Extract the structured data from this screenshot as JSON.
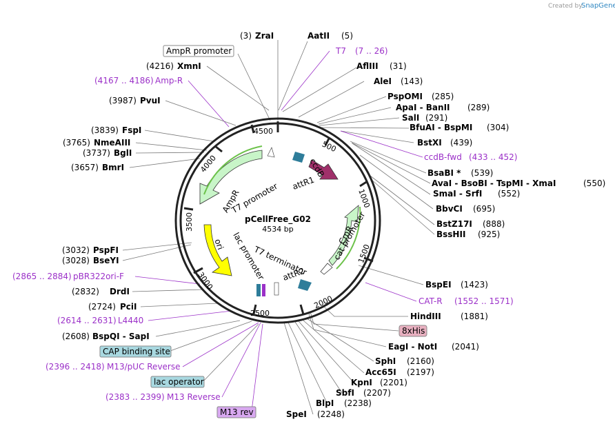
{
  "credit": {
    "prefix": "Created by",
    "brand": "SnapGene"
  },
  "plasmid": {
    "name": "pCellFree_G02",
    "size": "4534 bp"
  },
  "ticks": [
    "500",
    "1000",
    "1500",
    "2000",
    "2500",
    "3000",
    "3500",
    "4000",
    "4500"
  ],
  "features": [
    {
      "label": "ccdB"
    },
    {
      "label": "attR1"
    },
    {
      "label": "T7 promoter"
    },
    {
      "label": "AmpR"
    },
    {
      "label": "ori"
    },
    {
      "label": "lac promoter"
    },
    {
      "label": "T7 terminator"
    },
    {
      "label": "attR2"
    },
    {
      "label": "cat promoter"
    },
    {
      "label": "CmR"
    }
  ],
  "right_enzymes": [
    {
      "name": "ZraI",
      "pos": "(3)"
    },
    {
      "name": "AatII",
      "pos": "(5)"
    },
    {
      "name": "T7",
      "pos": "(7 .. 26)"
    },
    {
      "name": "AflIII",
      "pos": "(31)"
    },
    {
      "name": "AleI",
      "pos": "(143)"
    },
    {
      "name": "PspOMI",
      "pos": "(285)"
    },
    {
      "name": "ApaI - BanII",
      "pos": "(289)"
    },
    {
      "name": "SalI",
      "pos": "(291)"
    },
    {
      "name": "BfuAI - BspMI",
      "pos": "(304)"
    },
    {
      "name": "BstXI",
      "pos": "(439)"
    },
    {
      "name": "ccdB-fwd",
      "pos": "(433 .. 452)"
    },
    {
      "name": "BsaBI *",
      "pos": "(539)"
    },
    {
      "name": "AvaI - BsoBI - TspMI - XmaI",
      "pos": "(550)"
    },
    {
      "name": "SmaI - SrfI",
      "pos": "(552)"
    },
    {
      "name": "BbvCI",
      "pos": "(695)"
    },
    {
      "name": "BstZ17I",
      "pos": "(888)"
    },
    {
      "name": "BssHII",
      "pos": "(925)"
    },
    {
      "name": "BspEI",
      "pos": "(1423)"
    },
    {
      "name": "CAT-R",
      "pos": "(1552 .. 1571)"
    },
    {
      "name": "HindIII",
      "pos": "(1881)"
    },
    {
      "name": "8xHis",
      "pos": ""
    },
    {
      "name": "EagI - NotI",
      "pos": "(2041)"
    },
    {
      "name": "SphI",
      "pos": "(2160)"
    },
    {
      "name": "Acc65I",
      "pos": "(2197)"
    },
    {
      "name": "KpnI",
      "pos": "(2201)"
    },
    {
      "name": "SbfI",
      "pos": "(2207)"
    },
    {
      "name": "BlpI",
      "pos": "(2238)"
    },
    {
      "name": "SpeI",
      "pos": "(2248)"
    }
  ],
  "left_enzymes": [
    {
      "name": "AmpR promoter",
      "pos": ""
    },
    {
      "name": "XmnI",
      "pos": "(4216)"
    },
    {
      "name": "Amp-R",
      "pos": "(4167 .. 4186)"
    },
    {
      "name": "PvuI",
      "pos": "(3987)"
    },
    {
      "name": "FspI",
      "pos": "(3839)"
    },
    {
      "name": "NmeAIII",
      "pos": "(3765)"
    },
    {
      "name": "BglI",
      "pos": "(3737)"
    },
    {
      "name": "BmrI",
      "pos": "(3657)"
    },
    {
      "name": "PspFI",
      "pos": "(3032)"
    },
    {
      "name": "BseYI",
      "pos": "(3028)"
    },
    {
      "name": "pBR322ori-F",
      "pos": "(2865 .. 2884)"
    },
    {
      "name": "DrdI",
      "pos": "(2832)"
    },
    {
      "name": "PciI",
      "pos": "(2724)"
    },
    {
      "name": "L4440",
      "pos": "(2614 .. 2631)"
    },
    {
      "name": "BspQI - SapI",
      "pos": "(2608)"
    },
    {
      "name": "CAP binding site",
      "pos": ""
    },
    {
      "name": "M13/pUC Reverse",
      "pos": "(2396 .. 2418)"
    },
    {
      "name": "lac operator",
      "pos": ""
    },
    {
      "name": "M13 Reverse",
      "pos": "(2383 .. 2399)"
    },
    {
      "name": "M13 rev",
      "pos": ""
    }
  ],
  "colors": {
    "primer": "#9b30c8",
    "ampr": "#c8f5c8",
    "ori": "#ffff00",
    "ccdb": "#a0306a",
    "att": "#2e7d9a",
    "cap": "#a8d8e0",
    "his": "#e8b0c0",
    "m13": "#d8a8f0"
  }
}
